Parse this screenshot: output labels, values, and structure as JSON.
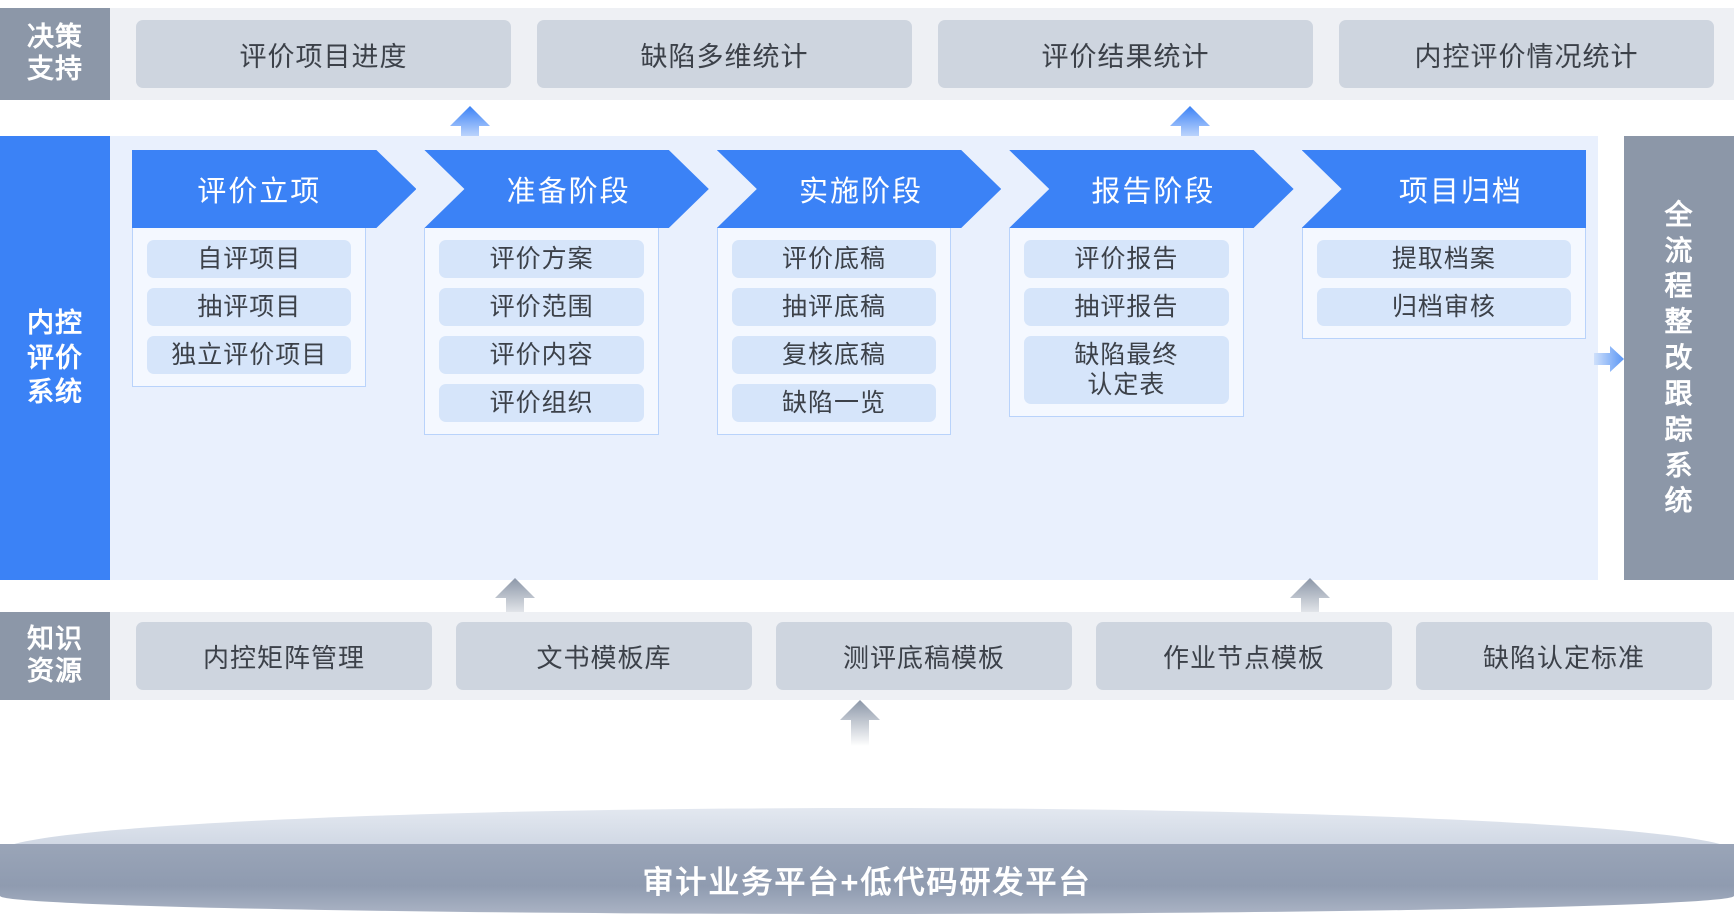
{
  "decision": {
    "side_label_chars": [
      "决策",
      "支持"
    ],
    "cards": [
      {
        "label": "评价项目进度"
      },
      {
        "label": "缺陷多维统计"
      },
      {
        "label": "评价结果统计"
      },
      {
        "label": "内控评价情况统计"
      }
    ]
  },
  "main": {
    "side_label_chars": [
      "内控",
      "评价",
      "系统"
    ],
    "stages": [
      {
        "title": "评价立项",
        "items": [
          "自评项目",
          "抽评项目",
          "独立评价项目"
        ]
      },
      {
        "title": "准备阶段",
        "items": [
          "评价方案",
          "评价范围",
          "评价内容",
          "评价组织"
        ]
      },
      {
        "title": "实施阶段",
        "items": [
          "评价底稿",
          "抽评底稿",
          "复核底稿",
          "缺陷一览"
        ]
      },
      {
        "title": "报告阶段",
        "items": [
          "评价报告",
          "抽评报告",
          "缺陷最终\n认定表"
        ]
      },
      {
        "title": "项目归档",
        "items": [
          "提取档案",
          "归档审核"
        ]
      }
    ],
    "right_panel_chars": [
      "全",
      "流",
      "程",
      "整",
      "改",
      "跟",
      "踪",
      "系",
      "统"
    ]
  },
  "knowledge": {
    "side_label_chars": [
      "知识",
      "资源"
    ],
    "cards": [
      {
        "label": "内控矩阵管理"
      },
      {
        "label": "文书模板库"
      },
      {
        "label": "测评底稿模板"
      },
      {
        "label": "作业节点模板"
      },
      {
        "label": "缺陷认定标准"
      }
    ]
  },
  "platform": {
    "label": "审计业务平台+低代码研发平台"
  },
  "colors": {
    "accent_blue": "#3b82f6",
    "flow_bg": "#e9f0fd",
    "item_blue": "#d6e5fa",
    "gray_panel": "#8c97a8",
    "gray_card": "#ced5df",
    "gray_track": "#eef0f4"
  },
  "arrows": {
    "up_blue_1": "arrow-up-blue",
    "up_blue_2": "arrow-up-blue",
    "up_gray_1": "arrow-up-gray",
    "up_gray_2": "arrow-up-gray",
    "up_gray_3": "arrow-up-gray",
    "right_blue": "arrow-right-blue"
  }
}
